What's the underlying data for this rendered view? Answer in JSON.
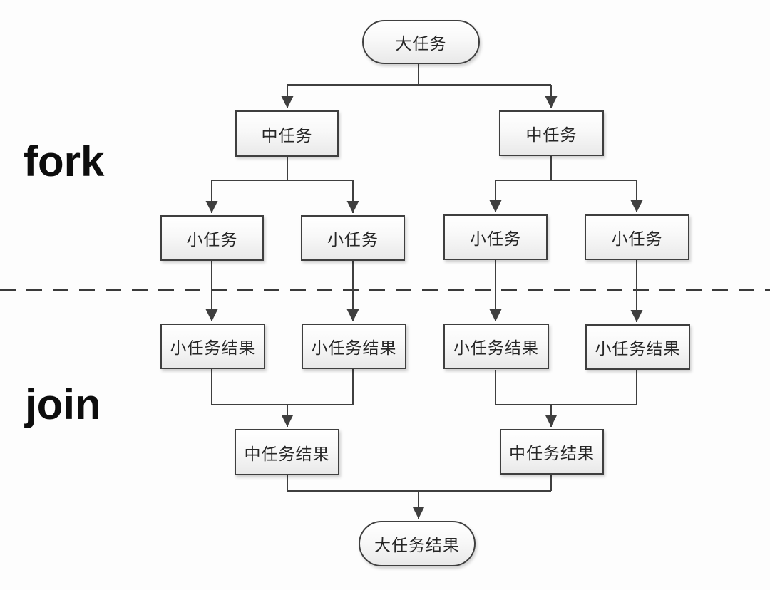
{
  "phases": {
    "fork": "fork",
    "join": "join"
  },
  "nodes": {
    "root": {
      "text": "大任务"
    },
    "mid_left": {
      "text": "中任务"
    },
    "mid_right": {
      "text": "中任务"
    },
    "small_1": {
      "text": "小任务"
    },
    "small_2": {
      "text": "小任务"
    },
    "small_3": {
      "text": "小任务"
    },
    "small_4": {
      "text": "小任务"
    },
    "small_result_1": {
      "text": "小任务结果"
    },
    "small_result_2": {
      "text": "小任务结果"
    },
    "small_result_3": {
      "text": "小任务结果"
    },
    "small_result_4": {
      "text": "小任务结果"
    },
    "mid_result_left": {
      "text": "中任务结果"
    },
    "mid_result_right": {
      "text": "中任务结果"
    },
    "root_result": {
      "text": "大任务结果"
    }
  },
  "colors": {
    "background": "#fdfdfd",
    "node_border": "#3f3f3f",
    "node_fill_top": "#ffffff",
    "node_fill_bottom": "#e9e9e9",
    "connector": "#3f3f3f",
    "node_text": "#262626",
    "phase_label_text": "#0d0d0d"
  }
}
